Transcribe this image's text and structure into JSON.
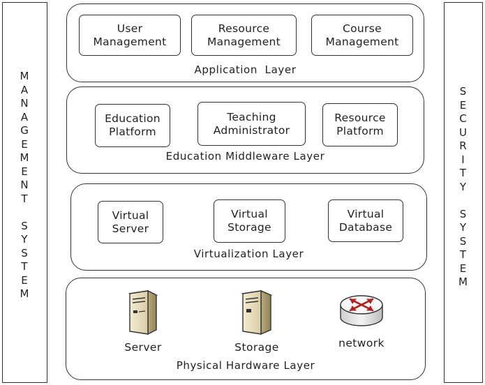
{
  "management_system": {
    "letters": [
      "M",
      "A",
      "N",
      "A",
      "G",
      "E",
      "M",
      "E",
      "N",
      "T",
      "",
      "S",
      "Y",
      "S",
      "T",
      "E",
      "M"
    ]
  },
  "security_system": {
    "letters": [
      "S",
      "E",
      "C",
      "U",
      "R",
      "I",
      "T",
      "Y",
      "",
      "S",
      "Y",
      "S",
      "T",
      "E",
      "M"
    ]
  },
  "layers": {
    "application": {
      "title": "Application  Layer",
      "modules": [
        {
          "line1": "User",
          "line2": "Management"
        },
        {
          "line1": "Resource",
          "line2": "Management"
        },
        {
          "line1": "Course",
          "line2": "Management"
        }
      ]
    },
    "middleware": {
      "title": "Education Middleware Layer",
      "modules": [
        {
          "line1": "Education",
          "line2": "Platform"
        },
        {
          "line1": "Teaching",
          "line2": "Administrator"
        },
        {
          "line1": "Resource",
          "line2": "Platform"
        }
      ]
    },
    "virtualization": {
      "title": "Virtualization Layer",
      "modules": [
        {
          "line1": "Virtual",
          "line2": "Server"
        },
        {
          "line1": "Virtual",
          "line2": "Storage"
        },
        {
          "line1": "Virtual",
          "line2": "Database"
        }
      ]
    },
    "physical": {
      "title": "Physical Hardware Layer",
      "items": [
        {
          "label": "Server",
          "icon": "server-icon"
        },
        {
          "label": "Storage",
          "icon": "storage-icon"
        },
        {
          "label": "network",
          "icon": "router-icon"
        }
      ]
    }
  }
}
